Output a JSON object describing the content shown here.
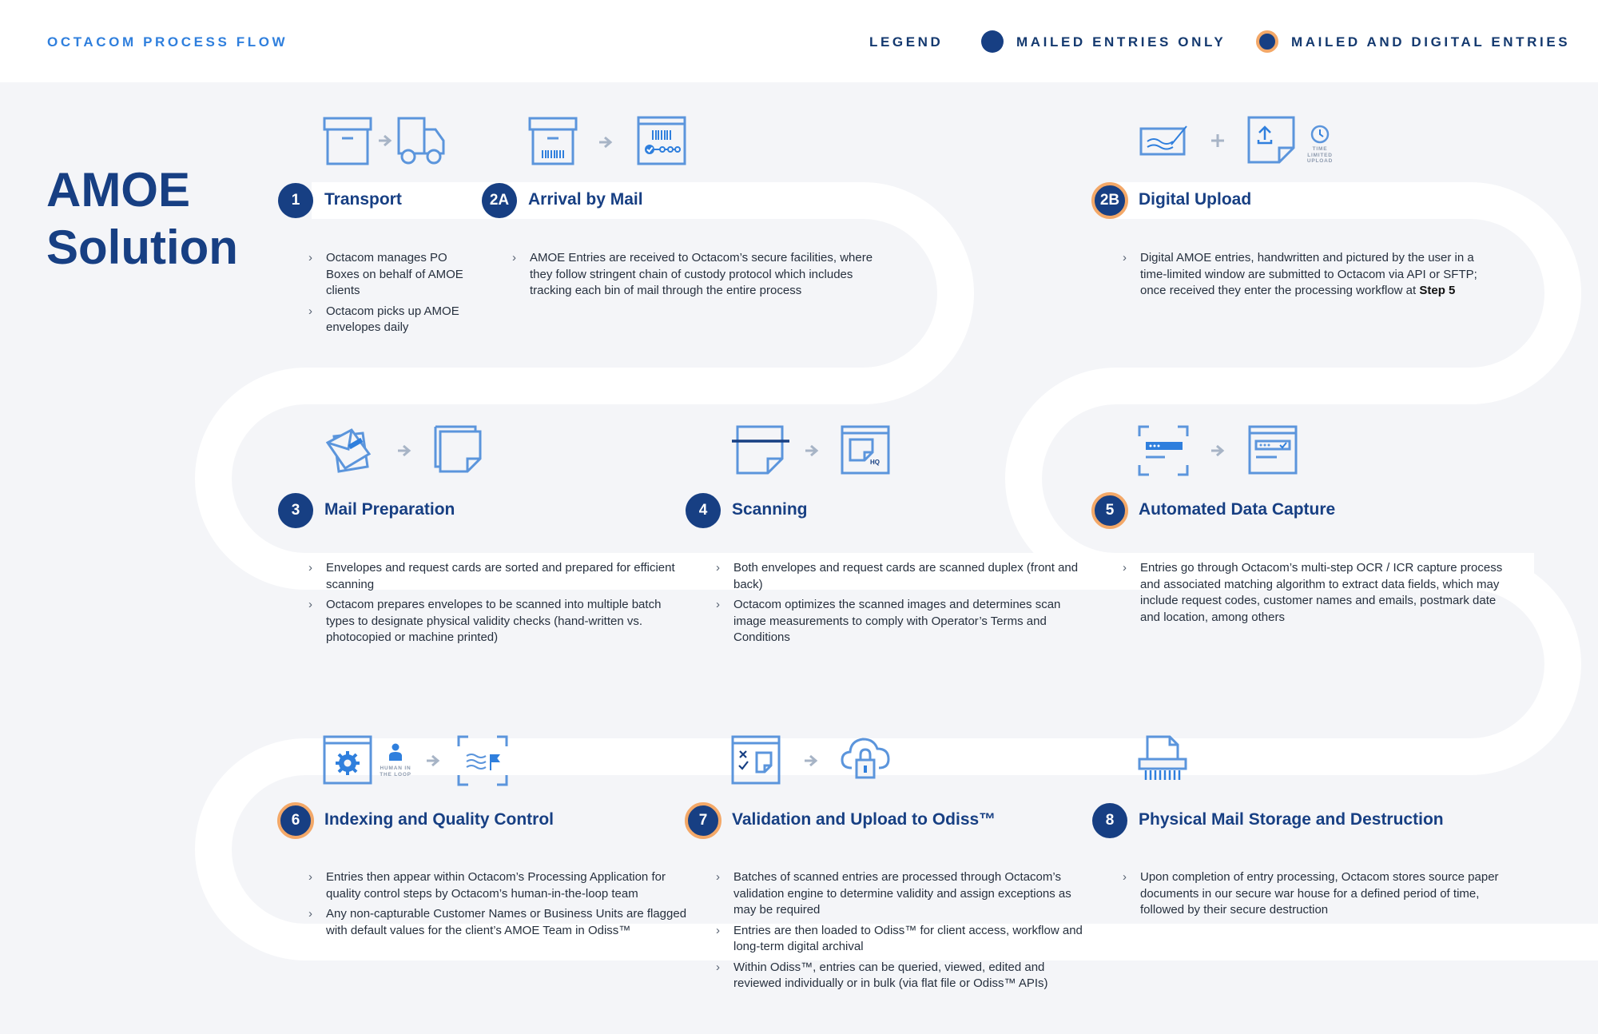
{
  "header": {
    "brand": "OCTACOM PROCESS FLOW",
    "legend_label": "LEGEND",
    "legend_mailed_only": "MAILED ENTRIES ONLY",
    "legend_mailed_and_digital": "MAILED AND DIGITAL ENTRIES"
  },
  "title": {
    "line1": "AMOE",
    "line2": "Solution"
  },
  "steps": {
    "s1": {
      "number": "1",
      "title": "Transport",
      "bullets": [
        "Octacom manages PO Boxes on behalf of AMOE clients",
        "Octacom picks up AMOE envelopes daily"
      ]
    },
    "s2a": {
      "number": "2A",
      "title": "Arrival by Mail",
      "bullets": [
        "AMOE Entries are received to Octacom’s secure facilities, where they follow stringent chain of custody protocol which includes tracking each bin of mail through the entire process"
      ]
    },
    "s2b": {
      "number": "2B",
      "title": "Digital Upload",
      "bullet_pre": "Digital AMOE entries, handwritten and pictured by the user in a time-limited window are submitted to Octacom via API or SFTP; once received they enter the processing workflow at",
      "bullet_bold": "Step 5",
      "icon_label": "TIME LIMITED UPLOAD"
    },
    "s3": {
      "number": "3",
      "title": "Mail Preparation",
      "bullets": [
        "Envelopes and request cards are sorted and prepared for efficient scanning",
        "Octacom prepares envelopes to be scanned into multiple batch types to designate physical validity checks (hand-written vs. photocopied or machine printed)"
      ]
    },
    "s4": {
      "number": "4",
      "title": "Scanning",
      "bullets": [
        "Both envelopes and request cards are scanned duplex (front and back)",
        "Octacom optimizes the scanned images and determines scan image measurements to comply with Operator’s Terms and Conditions"
      ],
      "icon_label": "HQ"
    },
    "s5": {
      "number": "5",
      "title": "Automated Data Capture",
      "bullets": [
        "Entries go through Octacom’s multi-step OCR / ICR capture process and associated matching algorithm to extract data fields, which may include request codes, customer names and emails, postmark date and location, among others"
      ]
    },
    "s6": {
      "number": "6",
      "title": "Indexing and Quality Control",
      "bullets": [
        "Entries then appear within Octacom’s Processing Application for quality control steps by Octacom’s human-in-the-loop team",
        "Any non-capturable Customer Names or Business Units are flagged with default values for the client’s AMOE Team in Odiss™"
      ],
      "icon_label": "HUMAN IN THE LOOP"
    },
    "s7": {
      "number": "7",
      "title": "Validation and Upload to Odiss™",
      "bullets": [
        "Batches of scanned entries are processed through Octacom’s validation engine to determine validity and assign exceptions as may be required",
        "Entries are then loaded to Odiss™ for client access, workflow and long-term digital archival",
        "Within Odiss™, entries can be queried, viewed, edited and reviewed individually or in bulk (via flat file or Odiss™ APIs)"
      ]
    },
    "s8": {
      "number": "8",
      "title": "Physical Mail Storage and Destruction",
      "bullets": [
        "Upon completion of entry processing, Octacom stores source paper documents in our secure war house for a defined period of time, followed by their secure destruction"
      ]
    }
  },
  "colors": {
    "navy": "#173f83",
    "accent_blue": "#2f7fdd",
    "icon_blue": "#5b95dc",
    "orange_ring": "#f3a868",
    "background": "#f4f5f8"
  },
  "icons": [
    "box-icon",
    "truck-icon",
    "barcode-box-icon",
    "tracking-bin-icon",
    "signature-card-icon",
    "upload-document-icon",
    "clock-icon",
    "envelopes-icon",
    "document-stack-icon",
    "scanner-icon",
    "hq-image-icon",
    "ocr-frame-icon",
    "data-window-icon",
    "gear-window-icon",
    "person-icon",
    "capture-frame-icon",
    "checklist-window-icon",
    "cloud-lock-icon",
    "shredder-icon"
  ]
}
